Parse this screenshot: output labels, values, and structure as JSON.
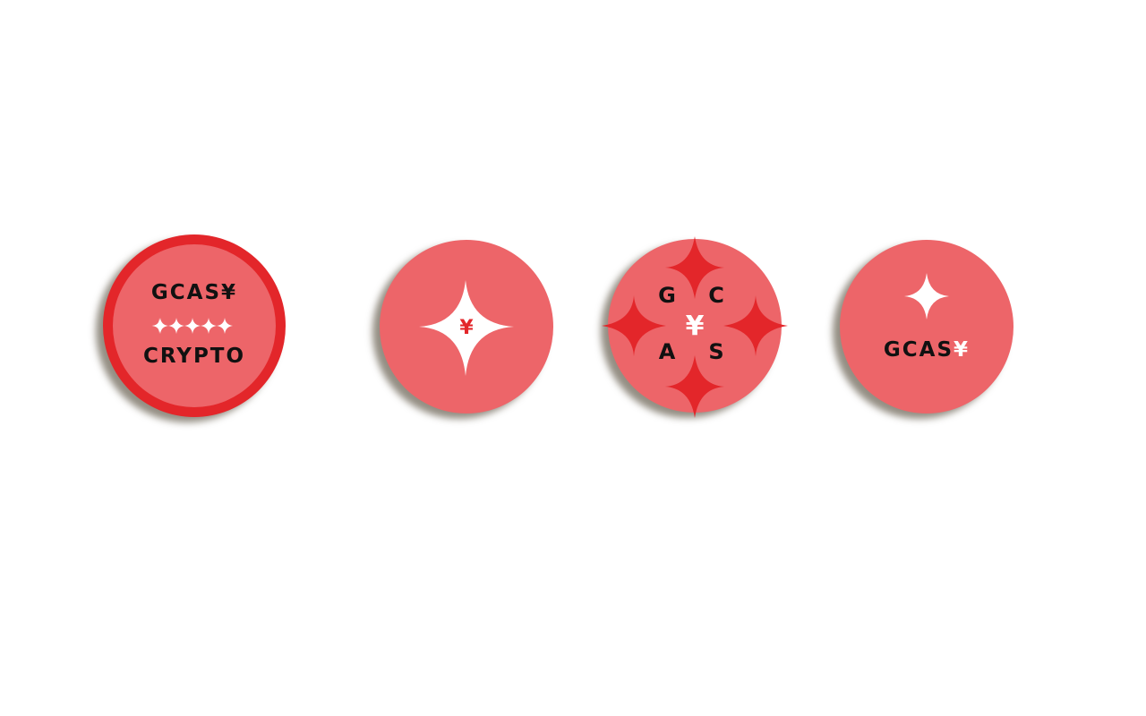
{
  "colors": {
    "background": "#FFFFFF",
    "coin_fill": "#ED6569",
    "coin_dark_red": "#E3262A",
    "white": "#FFFFFF",
    "text": "#111111"
  },
  "coins": [
    {
      "id": "coin-1",
      "top_text": "GCAS¥",
      "stars": "✦✦✦✦✦",
      "bottom_text": "CRYPTO",
      "has_ring": true
    },
    {
      "id": "coin-2",
      "center_symbol": "¥"
    },
    {
      "id": "coin-3",
      "letters": [
        "G",
        "C",
        "A",
        "S"
      ],
      "center_symbol": "¥"
    },
    {
      "id": "coin-4",
      "label_text": "GCAS",
      "label_symbol": "¥"
    }
  ]
}
